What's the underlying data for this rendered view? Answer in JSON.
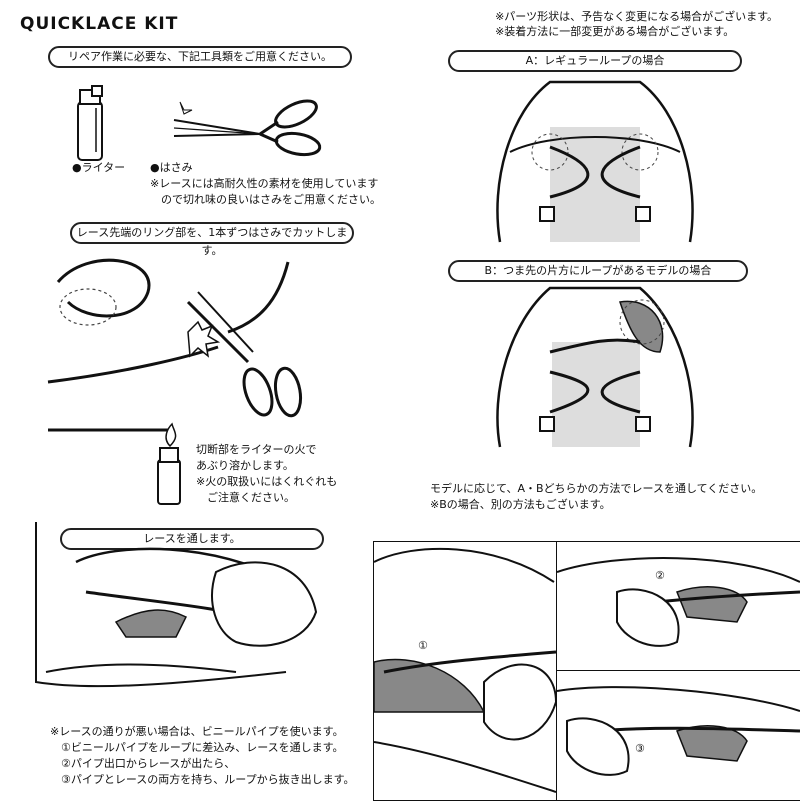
{
  "title": "QUICKLACE KIT",
  "notes_top": [
    "※パーツ形状は、予告なく変更になる場合がございます。",
    "※装着方法に一部変更がある場合がございます。"
  ],
  "tools": {
    "header": "リペア作業に必要な、下記工具類をご用意ください。",
    "lighter": "●ライター",
    "scissors": "●はさみ",
    "scissors_note": [
      "※レースには高耐久性の素材を使用しています",
      "　ので切れ味の良いはさみをご用意ください。"
    ]
  },
  "cut": {
    "header": "レース先端のリング部を、1本ずつはさみでカットします。",
    "melt": [
      "切断部をライターの火で",
      "あぶり溶かします。",
      "※火の取扱いにはくれぐれも",
      "　ご注意ください。"
    ]
  },
  "method_a": {
    "header": "A：レギュラーループの場合"
  },
  "method_b": {
    "header": "B：つま先の片方にループがあるモデルの場合"
  },
  "method_note": [
    "モデルに応じて、A・Bどちらかの方法でレースを通してください。",
    "※Bの場合、別の方法もございます。"
  ],
  "thread": {
    "header": "レースを通します。",
    "note": [
      "※レースの通りが悪い場合は、ビニールパイプを使います。",
      "　①ビニールパイプをループに差込み、レースを通します。",
      "　②パイプ出口からレースが出たら、",
      "　③パイプとレースの両方を持ち、ループから抜き出します。"
    ]
  },
  "steps": [
    "①",
    "②",
    "③"
  ]
}
